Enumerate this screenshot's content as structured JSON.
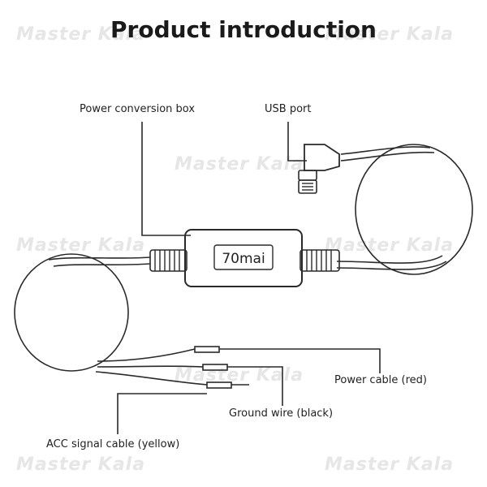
{
  "title": "Product introduction",
  "labels": {
    "power_box": "Power conversion box",
    "usb_port": "USB port",
    "power_cable": "Power cable (red)",
    "ground_wire": "Ground wire (black)",
    "acc_cable": "ACC signal cable (yellow)"
  },
  "box_brand": "70mai",
  "watermark": "Master Kala"
}
